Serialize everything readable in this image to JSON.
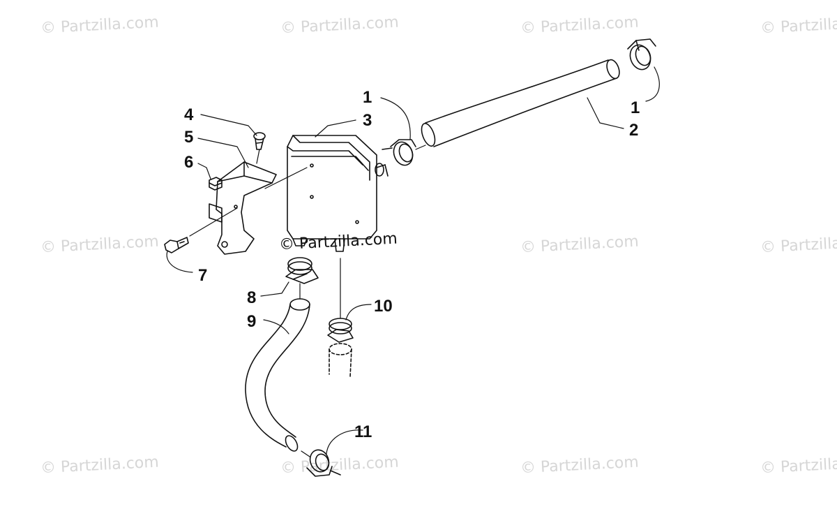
{
  "watermark": {
    "text": "© Partzilla.com",
    "center_text": "© Partzilla.com"
  },
  "callouts": {
    "c1a": "1",
    "c1b": "1",
    "c2": "2",
    "c3": "3",
    "c4": "4",
    "c5": "5",
    "c6": "6",
    "c7": "7",
    "c8": "8",
    "c9": "9",
    "c10": "10",
    "c11": "11"
  },
  "colors": {
    "line": "#111111",
    "watermark": "#d6d6d6",
    "background": "#ffffff"
  }
}
